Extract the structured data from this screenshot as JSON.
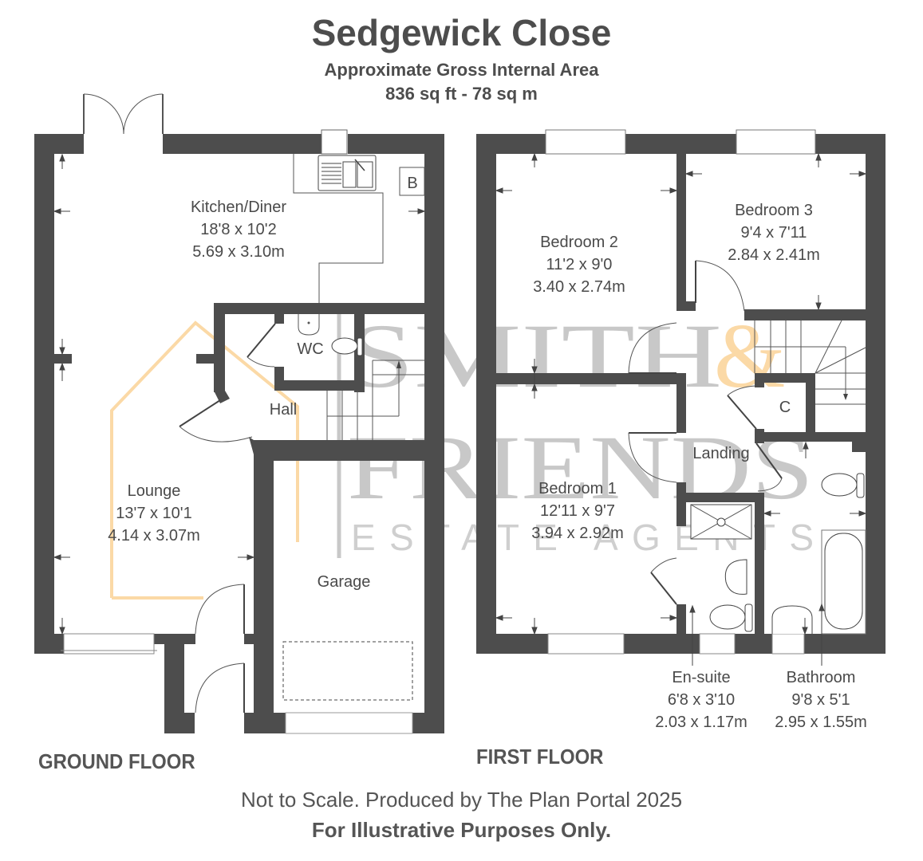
{
  "header": {
    "title": "Sedgewick Close",
    "subtitle": "Approximate Gross Internal Area",
    "area": "836 sq ft - 78 sq m"
  },
  "watermark": {
    "line1": "SMITH",
    "ampersand": "&",
    "line2": "FRIENDS",
    "line3": "ESTATE AGENTS",
    "colors": {
      "text": "#c8c8c8",
      "accent": "#fbd9a6"
    }
  },
  "colors": {
    "wall": "#4d4d4d",
    "text": "#4a4a4a",
    "background": "#ffffff"
  },
  "ground_floor": {
    "label": "GROUND FLOOR",
    "rooms": {
      "kitchen": {
        "name": "Kitchen/Diner",
        "imperial": "18'8 x 10'2",
        "metric": "5.69 x 3.10m"
      },
      "lounge": {
        "name": "Lounge",
        "imperial": "13'7 x 10'1",
        "metric": "4.14 x 3.07m"
      },
      "wc": {
        "name": "WC"
      },
      "hall": {
        "name": "Hall"
      },
      "garage": {
        "name": "Garage"
      }
    },
    "boiler": "B"
  },
  "first_floor": {
    "label": "FIRST FLOOR",
    "rooms": {
      "bedroom2": {
        "name": "Bedroom 2",
        "imperial": "11'2 x 9'0",
        "metric": "3.40 x 2.74m"
      },
      "bedroom3": {
        "name": "Bedroom 3",
        "imperial": "9'4 x 7'11",
        "metric": "2.84 x 2.41m"
      },
      "bedroom1": {
        "name": "Bedroom 1",
        "imperial": "12'11 x 9'7",
        "metric": "3.94 x 2.92m"
      },
      "landing": {
        "name": "Landing"
      },
      "cupboard": {
        "name": "C"
      },
      "ensuite": {
        "name": "En-suite",
        "imperial": "6'8 x 3'10",
        "metric": "2.03 x 1.17m"
      },
      "bathroom": {
        "name": "Bathroom",
        "imperial": "9'8 x 5'1",
        "metric": "2.95 x 1.55m"
      }
    }
  },
  "footer": {
    "line1": "Not to Scale. Produced by The Plan Portal 2025",
    "line2": "For Illustrative Purposes Only."
  }
}
